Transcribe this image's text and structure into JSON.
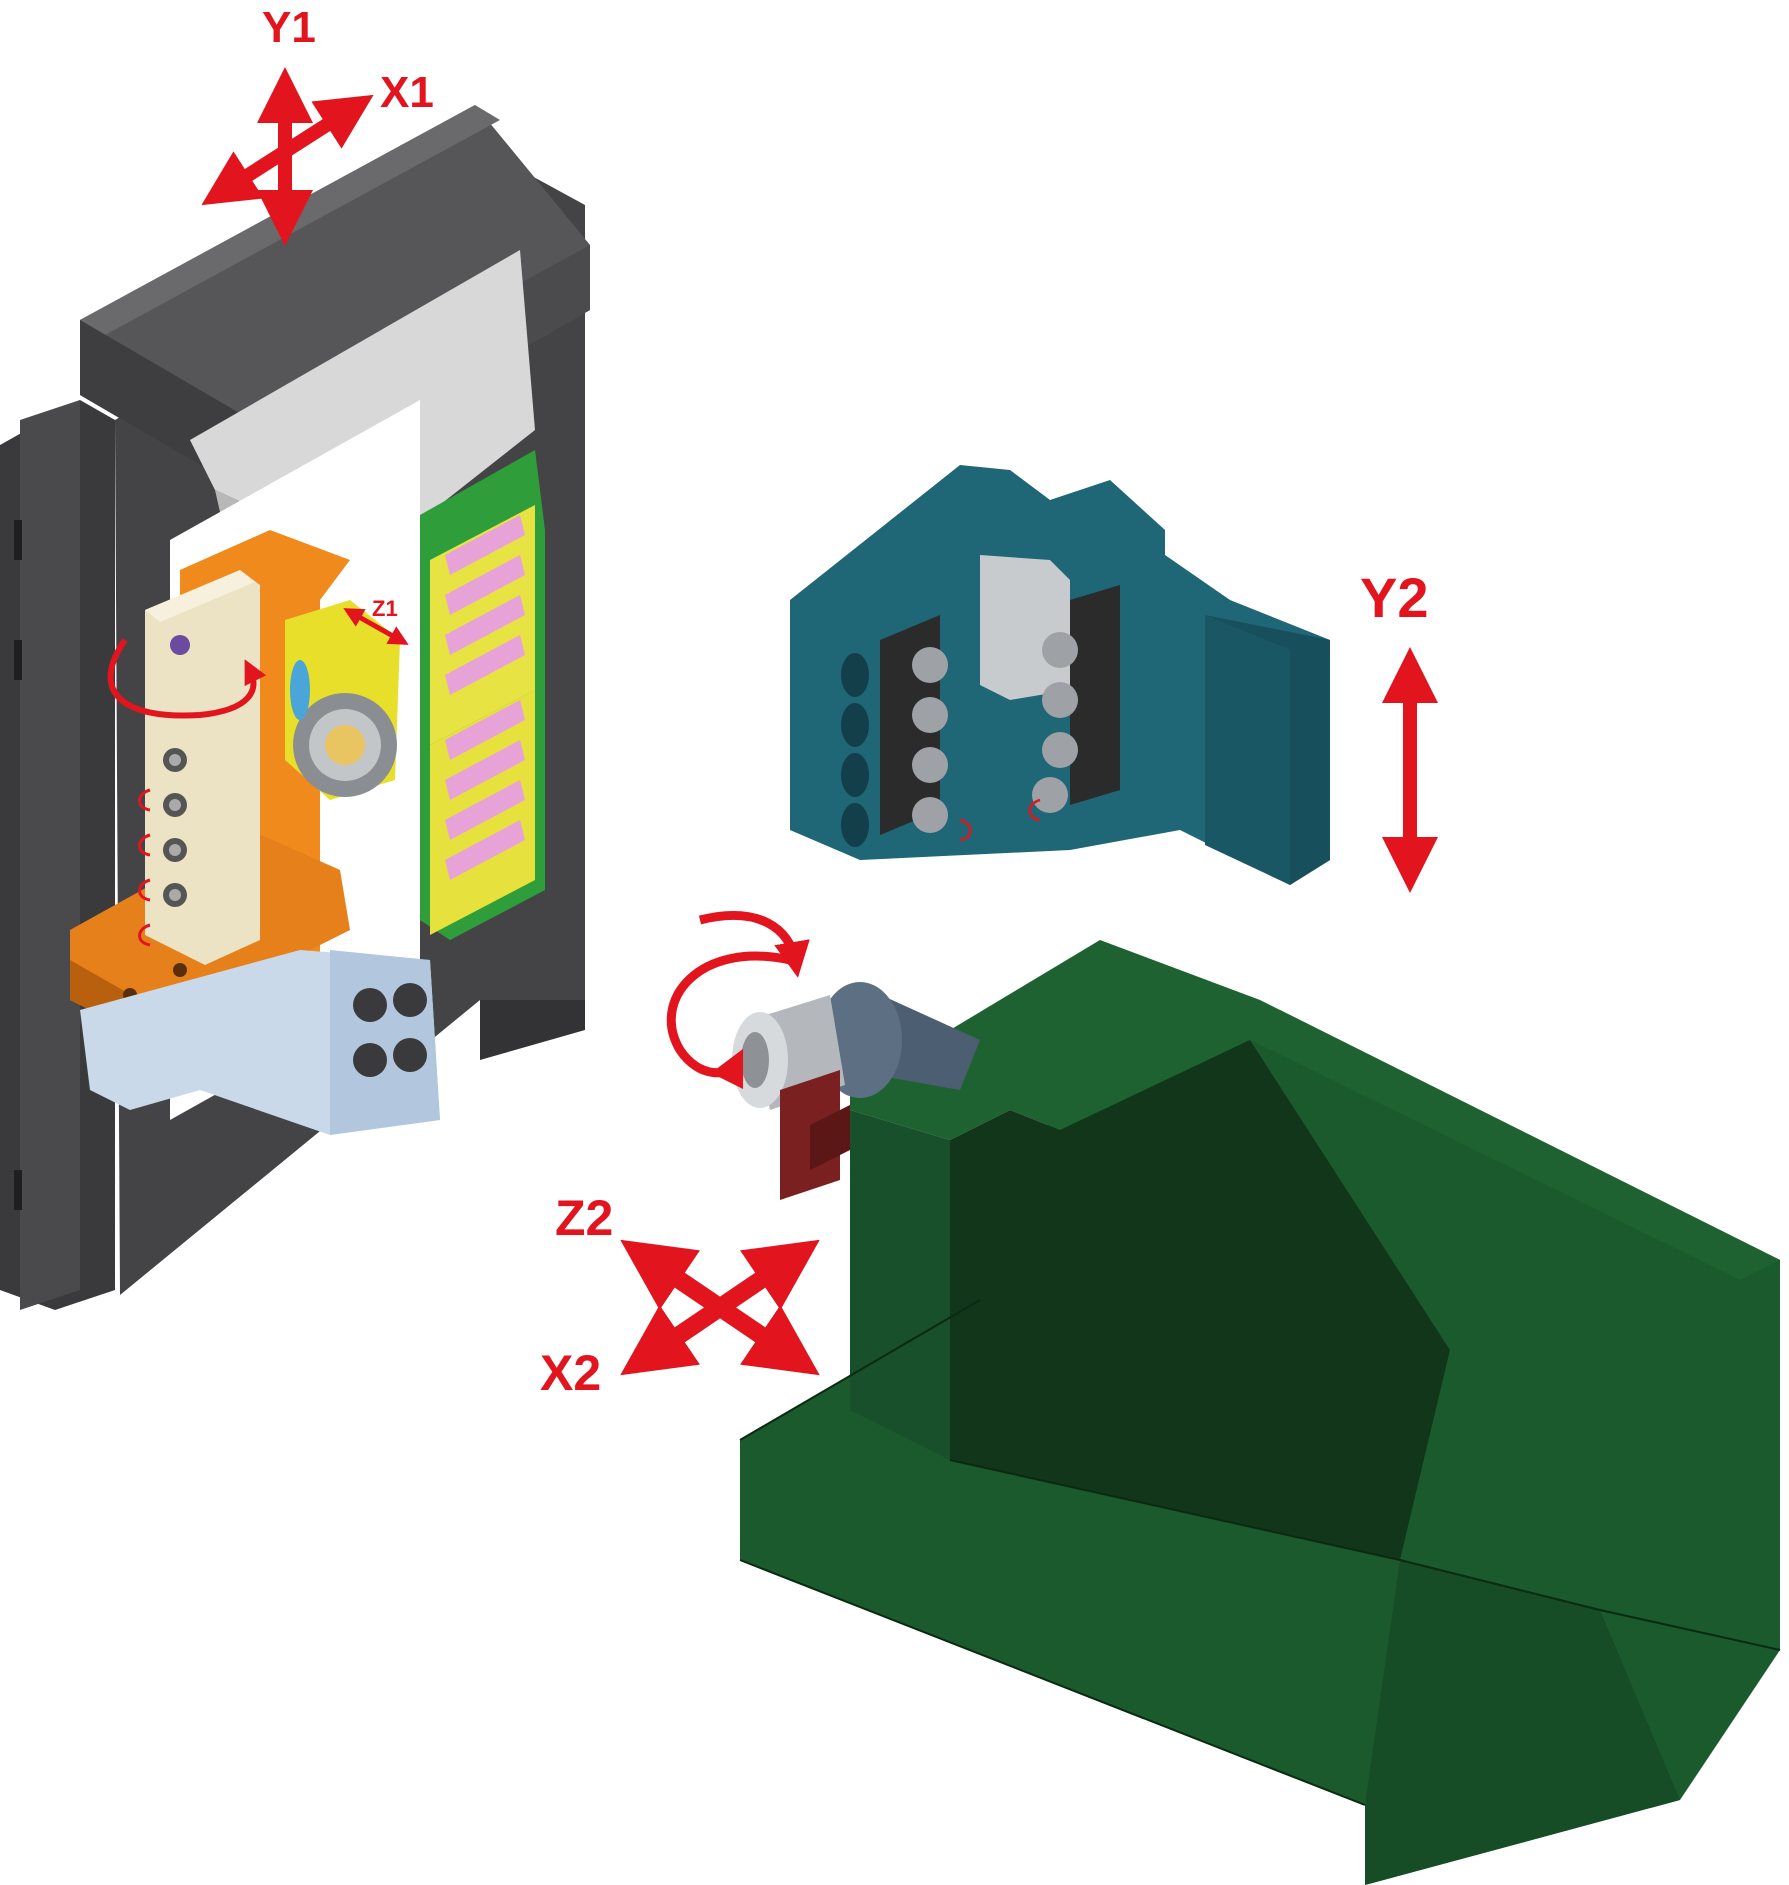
{
  "axis_labels": {
    "y1": "Y1",
    "x1": "X1",
    "z1": "Z1",
    "y2": "Y2",
    "z2": "Z2",
    "x2": "X2"
  },
  "colors": {
    "arrow_red": "#e2151f",
    "frame_dark": "#3b3b3d",
    "frame_top": "#5a5a5c",
    "orange_slide": "#f08a1c",
    "cream_block": "#ece3c4",
    "green_rail": "#2f9e3a",
    "pink_holder": "#e7a2d8",
    "yellow_holder": "#f3ee33",
    "light_blue_base": "#c9d9ea",
    "teal_turret": "#1c5e6c",
    "spindle_green": "#1a5a2c",
    "spindle_dark": "#12361a",
    "maroon_clamp": "#7a2020",
    "gray_metal": "#8e9296"
  }
}
